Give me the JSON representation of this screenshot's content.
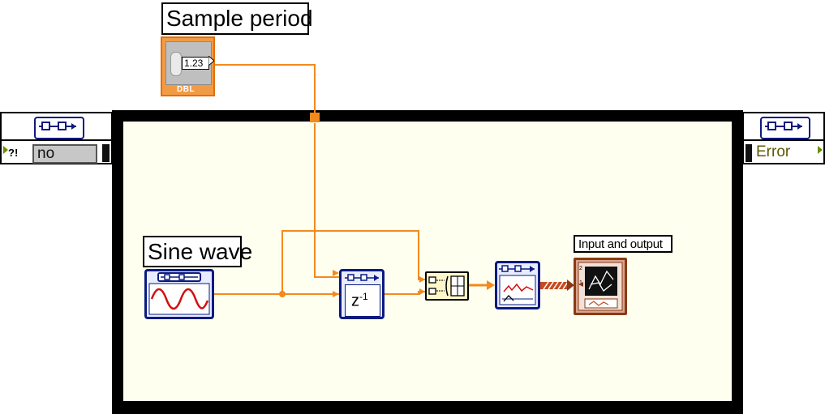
{
  "labels": {
    "sample_period": "Sample period",
    "sine_wave": "Sine wave",
    "input_output": "Input and output"
  },
  "controls": {
    "sample_period_value": "1.23",
    "sample_period_type": "DBL"
  },
  "loop": {
    "left_node_value": "no",
    "left_node_glyph": "?!",
    "right_node_value": "Error"
  },
  "blocks": {
    "delay_symbol": "z",
    "delay_exponent": "-1"
  },
  "colors": {
    "wire_orange": "#f28a1e",
    "loop_frame": "#000000",
    "loop_background": "#fffff0",
    "block_border": "#0a1a80",
    "chart_border": "#8a3a15"
  },
  "icons": {
    "loop_node": "cluster-wire-icon",
    "sine": "sine-wave-icon",
    "graph": "waveform-graph-icon",
    "chart": "xy-chart-icon"
  }
}
